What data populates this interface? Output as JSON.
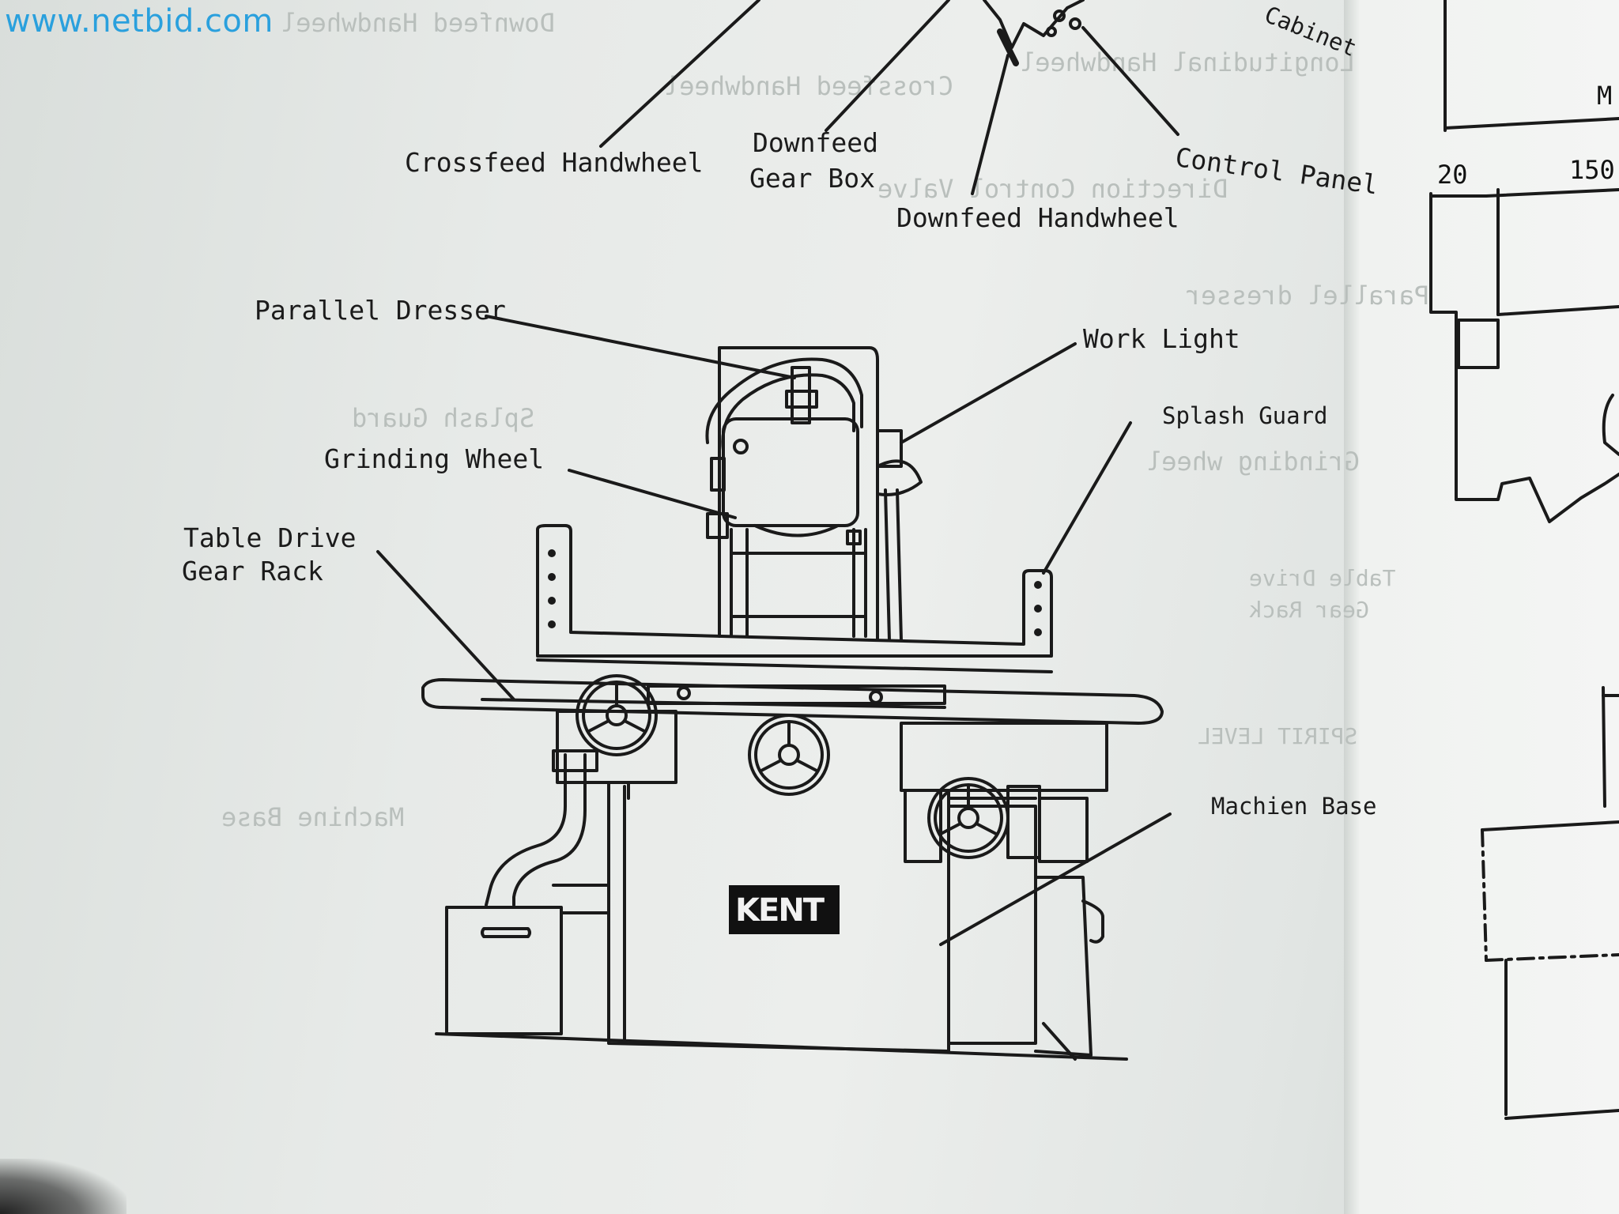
{
  "watermark": {
    "text": "www.netbid.com",
    "color": "#2aa0dd"
  },
  "diagram": {
    "labels": {
      "crossfeed_handwheel": "Crossfeed Handwheel",
      "downfeed_gear_box_1": "Downfeed",
      "downfeed_gear_box_2": "Gear Box",
      "control_panel": "Control Panel",
      "downfeed_handwheel": "Downfeed Handwheel",
      "electric_cabinet": "Cabinet",
      "parallel_dresser": "Parallel Dresser",
      "work_light": "Work Light",
      "splash_guard": "Splash Guard",
      "grinding_wheel": "Grinding Wheel",
      "table_drive_gear_rack_1": "Table Drive",
      "table_drive_gear_rack_2": "Gear Rack",
      "machine_base": "Machien Base",
      "brand": "KENT"
    },
    "ghost_labels": {
      "downfeed_handwheel": "Downfeed Handwheel",
      "longitudinal_handwheel": "Longitudinal Handwheel",
      "crossfeed_handwheel": "Crossfeed Handwheel",
      "direction_control_valve": "Direction Control Valve",
      "parallel_dresser": "Parallel dresser",
      "splash_guard": "Splash Guard",
      "grinding_wheel": "Grinding wheel",
      "table_drive": "Table Drive",
      "gear_rack": "Gear Rack",
      "spirit_level": "SPIRIT LEVEL",
      "machine_base": "Machine Base"
    },
    "dimensions": {
      "dim_20": "20",
      "dim_150": "150",
      "dim_m": "M"
    }
  }
}
